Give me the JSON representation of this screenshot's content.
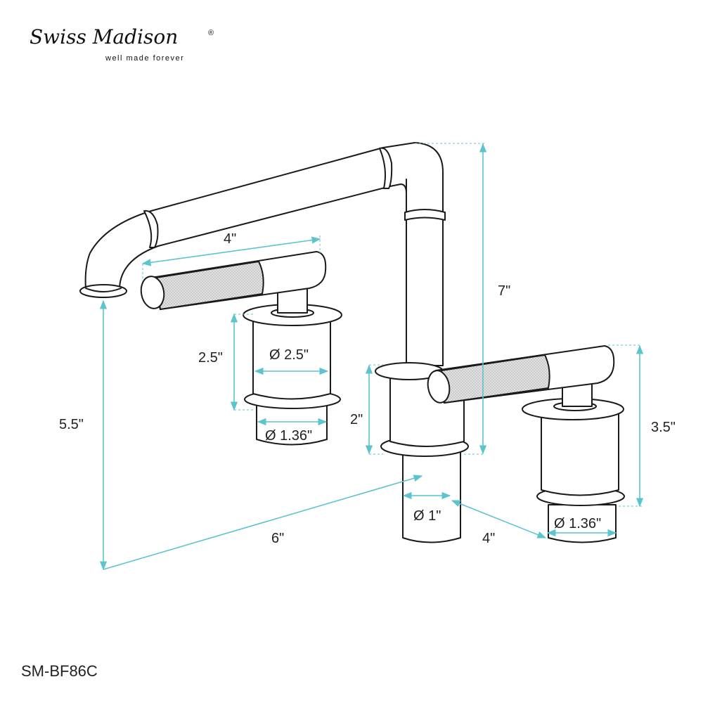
{
  "brand": {
    "name": "Swiss Madison",
    "registered": "®",
    "tagline": "well made forever"
  },
  "model": "SM-BF86C",
  "colors": {
    "dimension": "#5bc4cc",
    "outline": "#1a1a1a",
    "knurl": "#d9d9d9"
  },
  "dimensions": {
    "handle_length": "4\"",
    "escutcheon_height": "2.5\"",
    "escutcheon_diameter": "Ø 2.5\"",
    "left_shank_diameter": "Ø 1.36\"",
    "spout_height": "5.5\"",
    "spread": "6\"",
    "total_height": "7\"",
    "base_height": "2\"",
    "spout_shank_diameter": "Ø 1\"",
    "handle_spacing": "4\"",
    "right_handle_height": "3.5\"",
    "right_shank_diameter": "Ø 1.36\""
  }
}
